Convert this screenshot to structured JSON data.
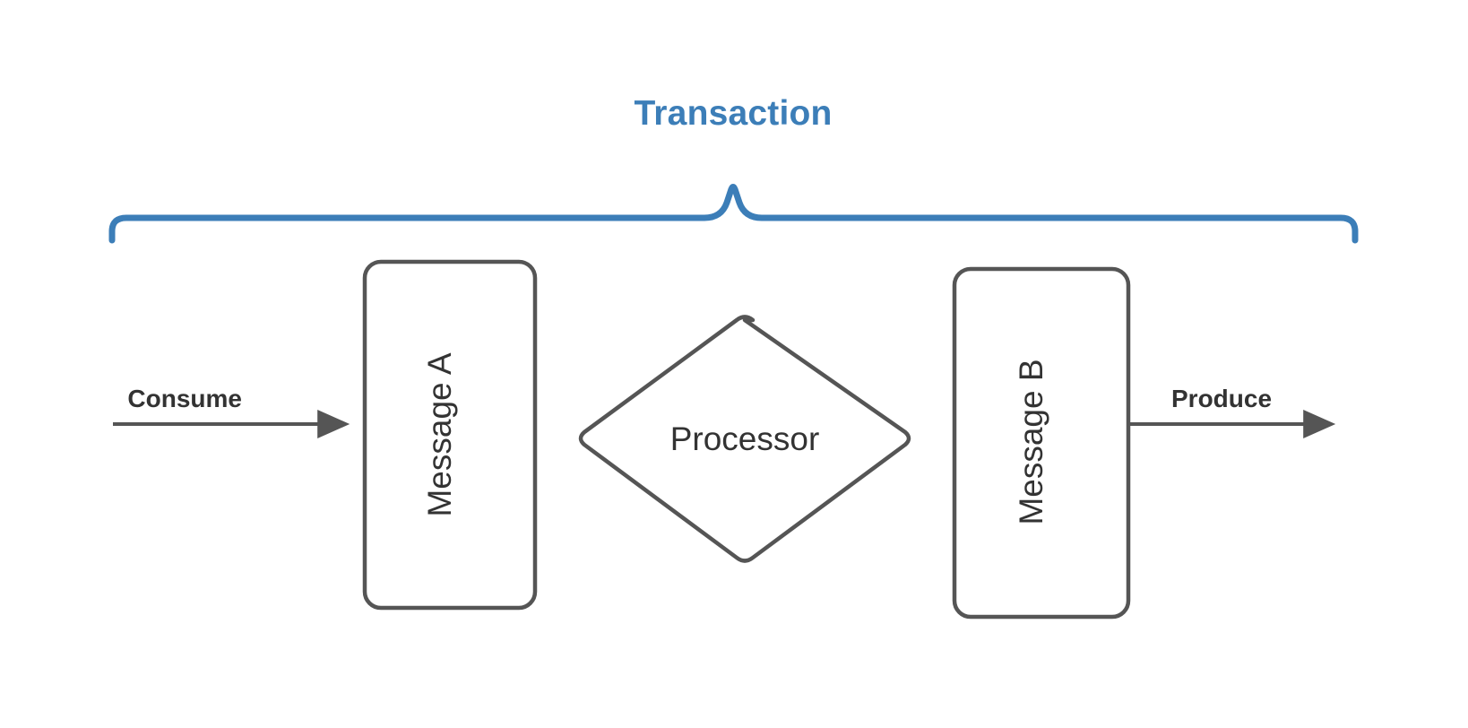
{
  "diagram": {
    "title": "Transaction",
    "background_color": "#ffffff",
    "accent_color": "#3c7eb8",
    "shape_stroke_color": "#555555",
    "text_color": "#333333",
    "nodes": [
      {
        "id": "message-a",
        "label": "Message A",
        "shape": "rounded-rectangle",
        "orientation": "vertical-text"
      },
      {
        "id": "processor",
        "label": "Processor",
        "shape": "diamond",
        "orientation": "horizontal-text"
      },
      {
        "id": "message-b",
        "label": "Message B",
        "shape": "rounded-rectangle",
        "orientation": "vertical-text"
      }
    ],
    "edges": [
      {
        "id": "consume",
        "label": "Consume",
        "direction": "right",
        "from": "external",
        "to": "message-a"
      },
      {
        "id": "produce",
        "label": "Produce",
        "direction": "right",
        "from": "message-b",
        "to": "external"
      }
    ],
    "brace": {
      "label": "Transaction",
      "color": "#3c7eb8",
      "spans": [
        "message-a",
        "processor",
        "message-b"
      ]
    }
  }
}
